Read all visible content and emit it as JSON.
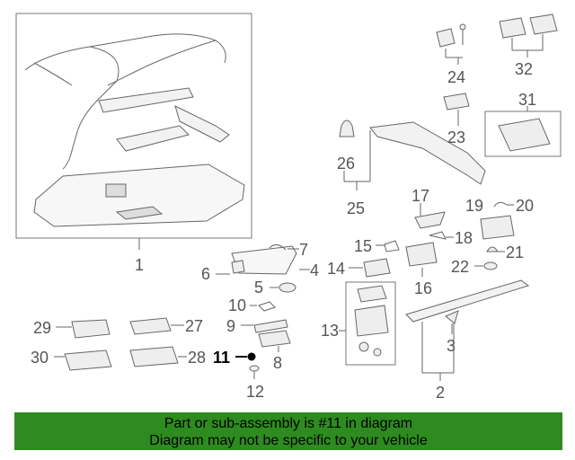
{
  "diagram": {
    "highlighted_part": "11",
    "callouts": {
      "c1": "1",
      "c2": "2",
      "c3": "3",
      "c4": "4",
      "c5": "5",
      "c6": "6",
      "c7": "7",
      "c8": "8",
      "c9": "9",
      "c10": "10",
      "c11": "11",
      "c12": "12",
      "c13": "13",
      "c14": "14",
      "c15": "15",
      "c16": "16",
      "c17": "17",
      "c18": "18",
      "c19": "19",
      "c20": "20",
      "c21": "21",
      "c22": "22",
      "c23": "23",
      "c24": "24",
      "c25": "25",
      "c26": "26",
      "c27": "27",
      "c28": "28",
      "c29": "29",
      "c30": "30",
      "c31": "31",
      "c32": "32"
    }
  },
  "banner": {
    "line1": "Part or sub-assembly is #11 in diagram",
    "line2": "Diagram may not be specific to your vehicle",
    "color": "#2e8b1f"
  }
}
